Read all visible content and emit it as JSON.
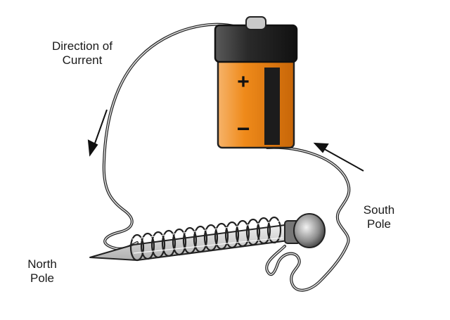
{
  "labels": {
    "direction_line1": "Direction of",
    "direction_line2": "Current",
    "south_line1": "South",
    "south_line2": "Pole",
    "north_line1": "North",
    "north_line2": "Pole"
  },
  "battery": {
    "positive_symbol": "+",
    "negative_symbol": "−",
    "body_color": "#ef8a1a",
    "cap_color": "#2a2a2a",
    "stripe_color": "#1c1c1c"
  },
  "colors": {
    "wire": "#8a8a8a",
    "nail": "#d9d9d9",
    "nail_head": "#7a7a7a",
    "outline": "#222222"
  }
}
